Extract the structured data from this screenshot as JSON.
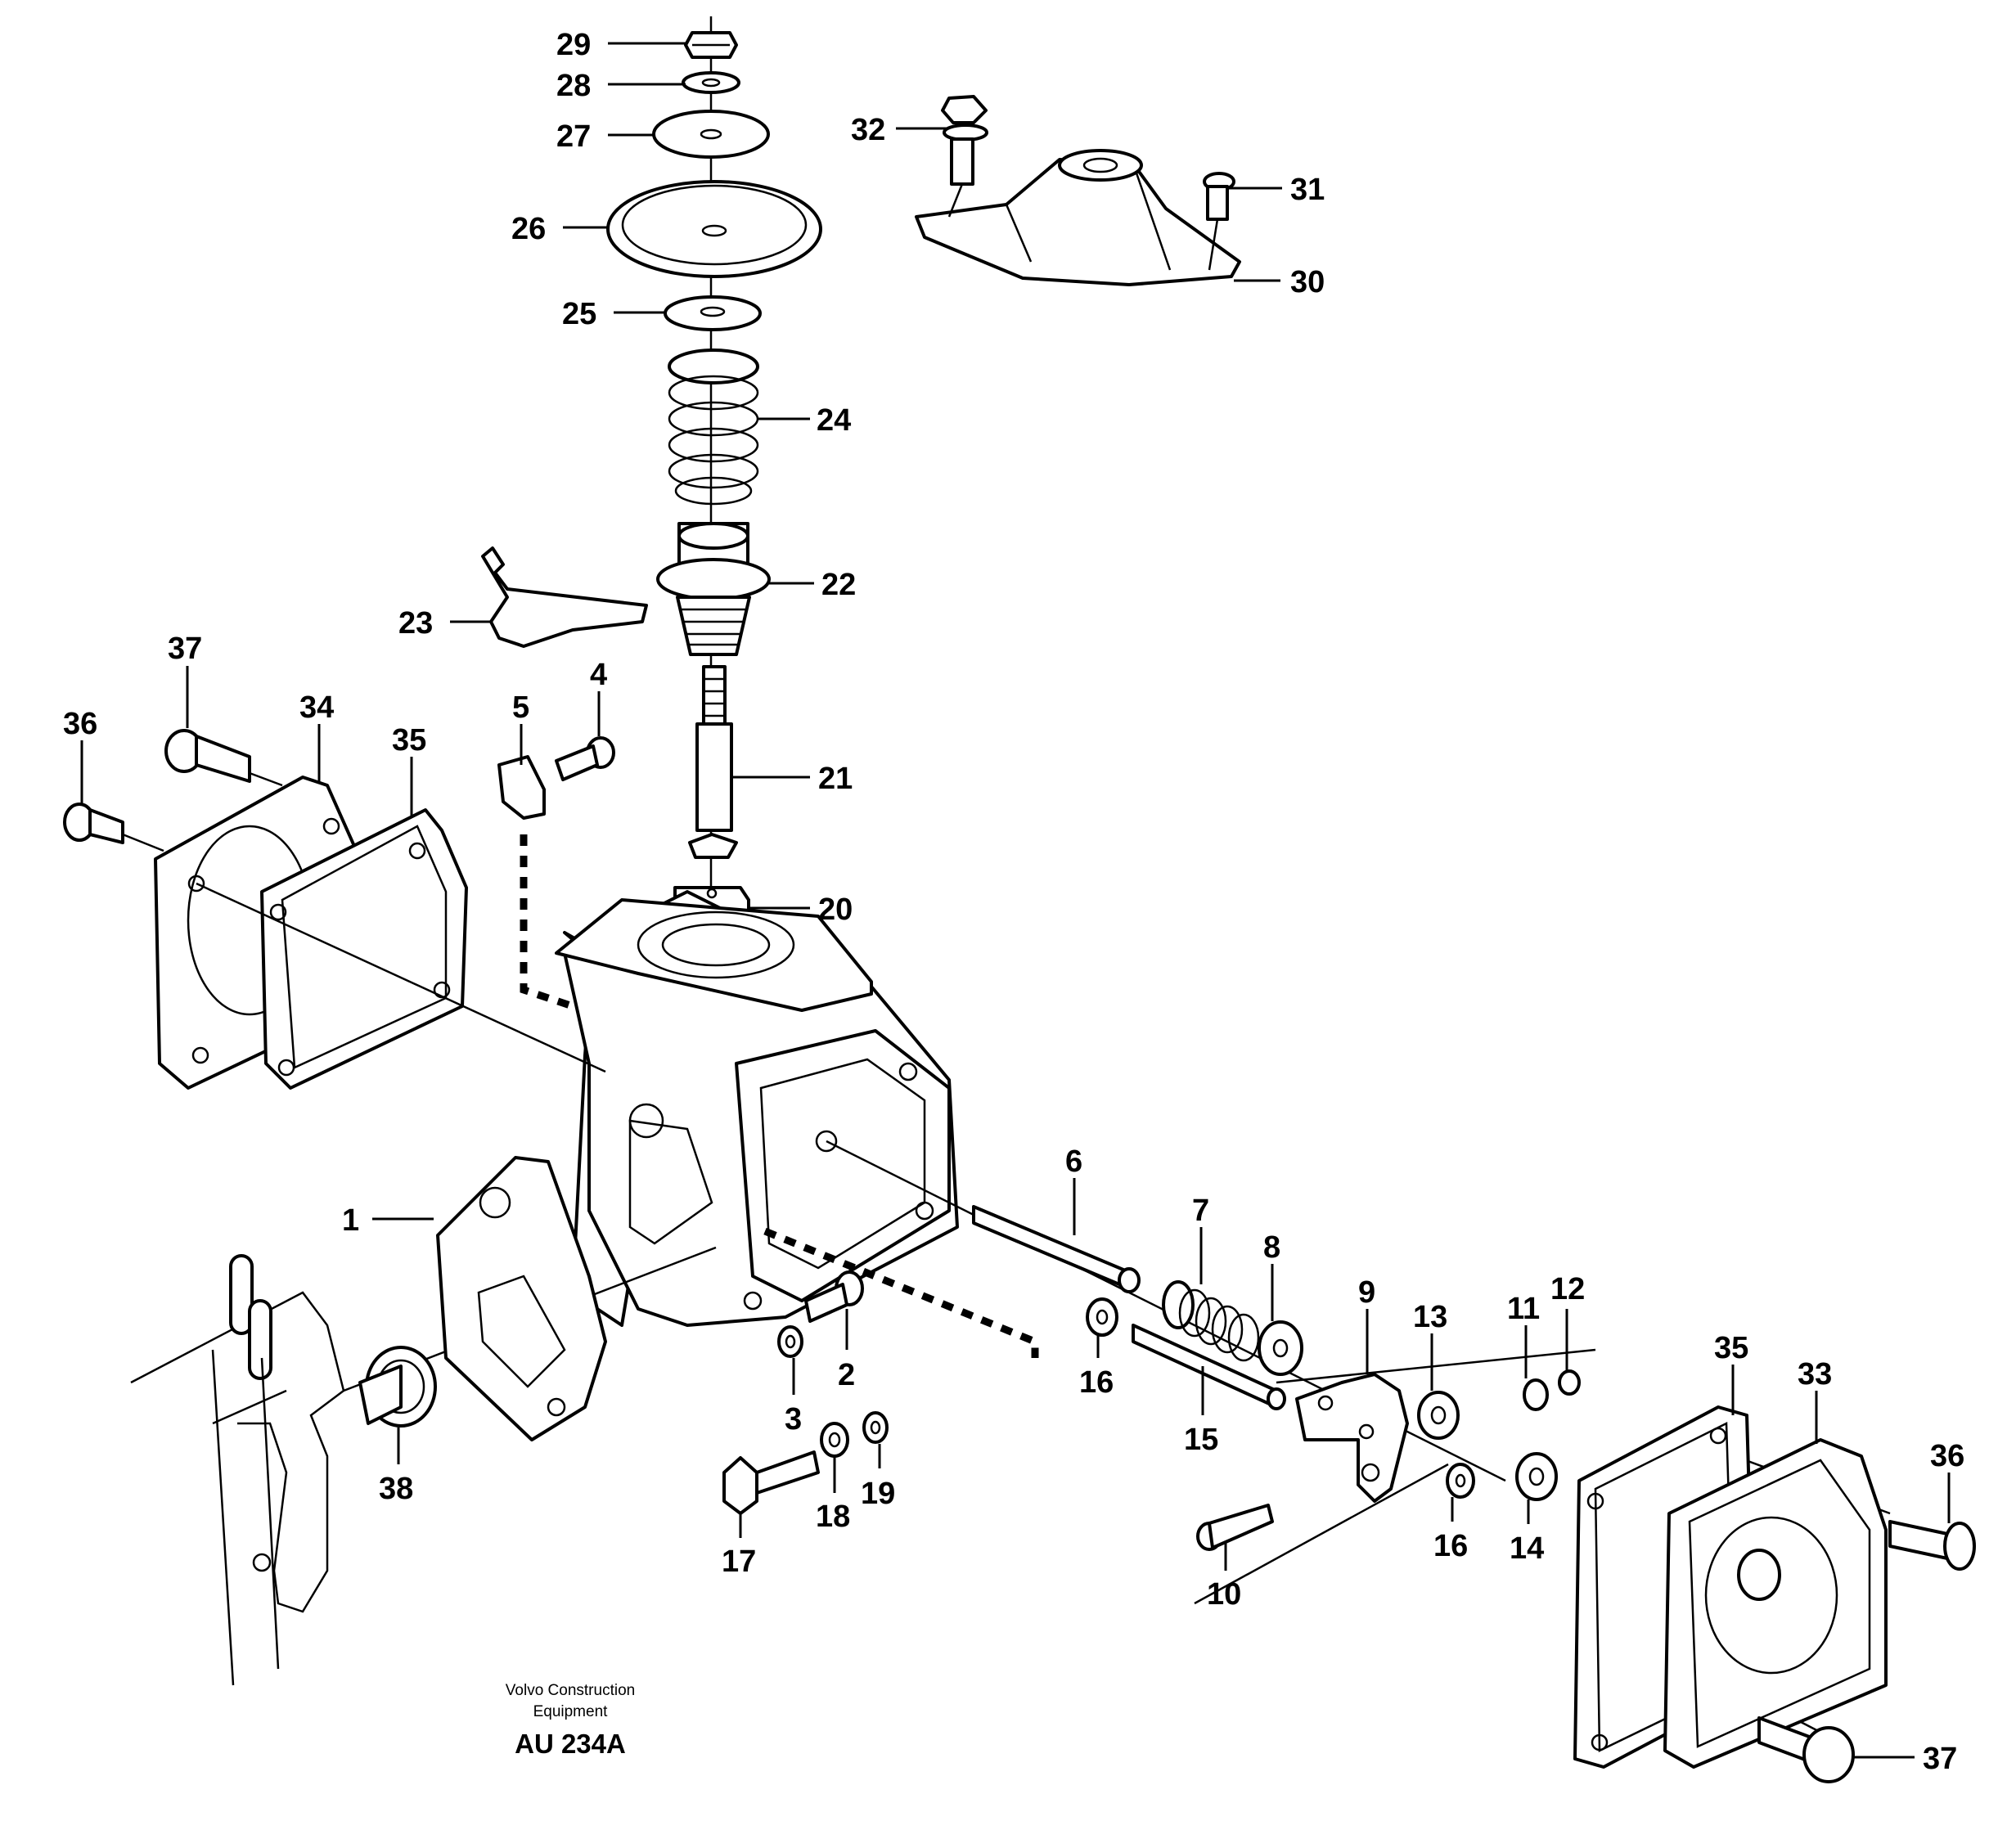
{
  "callouts": {
    "c1": "1",
    "c2": "2",
    "c3": "3",
    "c4": "4",
    "c5": "5",
    "c6": "6",
    "c7": "7",
    "c8": "8",
    "c9": "9",
    "c10": "10",
    "c11": "11",
    "c12": "12",
    "c13": "13",
    "c14": "14",
    "c15": "15",
    "c16a": "16",
    "c16b": "16",
    "c17": "17",
    "c18": "18",
    "c19": "19",
    "c20": "20",
    "c21": "21",
    "c22": "22",
    "c23": "23",
    "c24": "24",
    "c25": "25",
    "c26": "26",
    "c27": "27",
    "c28": "28",
    "c29": "29",
    "c30": "30",
    "c31": "31",
    "c32": "32",
    "c33": "33",
    "c34": "34",
    "c35a": "35",
    "c35b": "35",
    "c36a": "36",
    "c36b": "36",
    "c37a": "37",
    "c37b": "37",
    "c38": "38"
  },
  "footer": {
    "company_line1": "Volvo Construction",
    "company_line2": "Equipment",
    "drawing_code": "AU 234A"
  }
}
